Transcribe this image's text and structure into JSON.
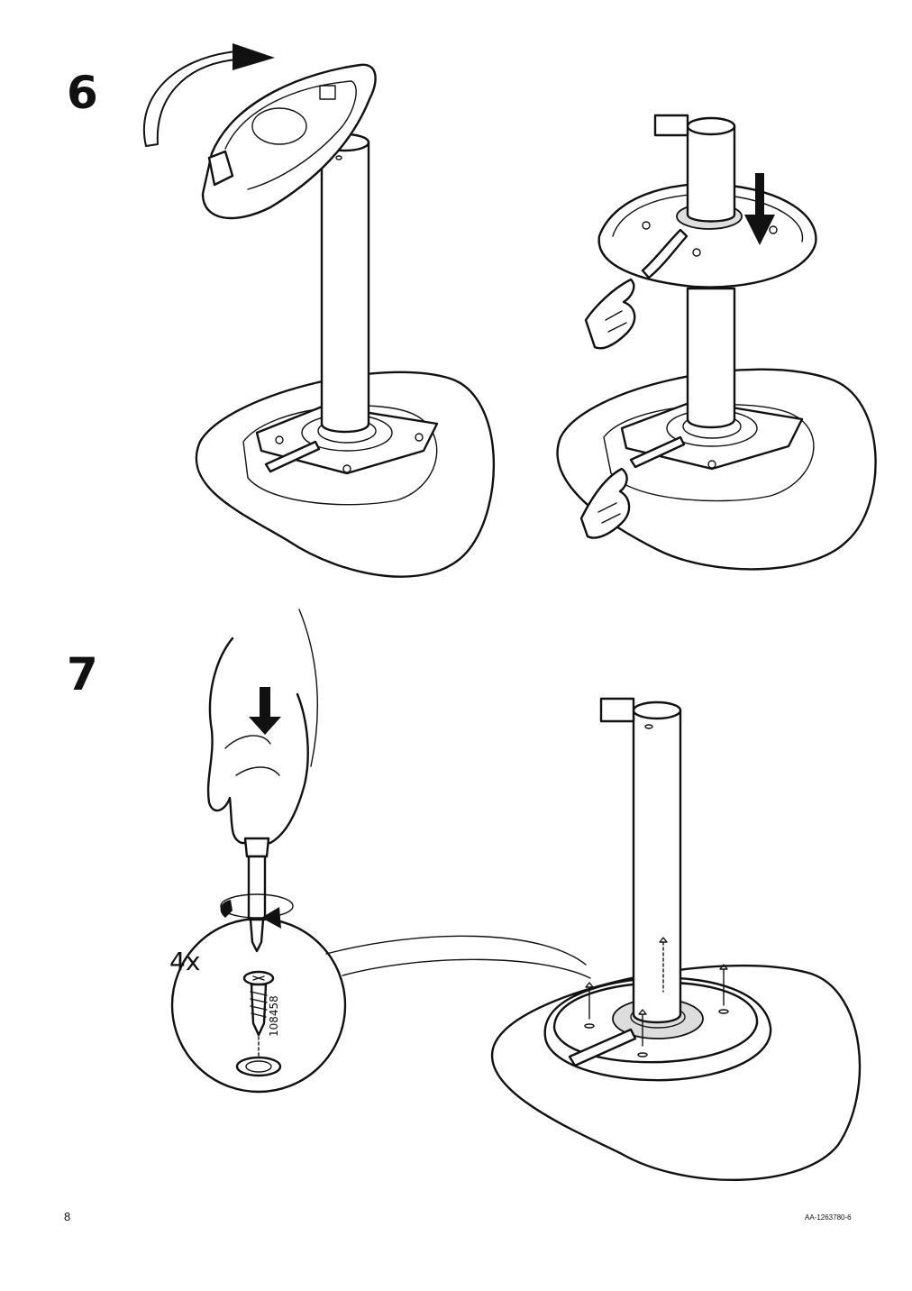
{
  "steps": [
    {
      "number": "6"
    },
    {
      "number": "7"
    }
  ],
  "detail": {
    "quantity": "4x",
    "part_number": "108458"
  },
  "footer": {
    "page_number": "8",
    "doc_code": "AA-1263780-6"
  }
}
